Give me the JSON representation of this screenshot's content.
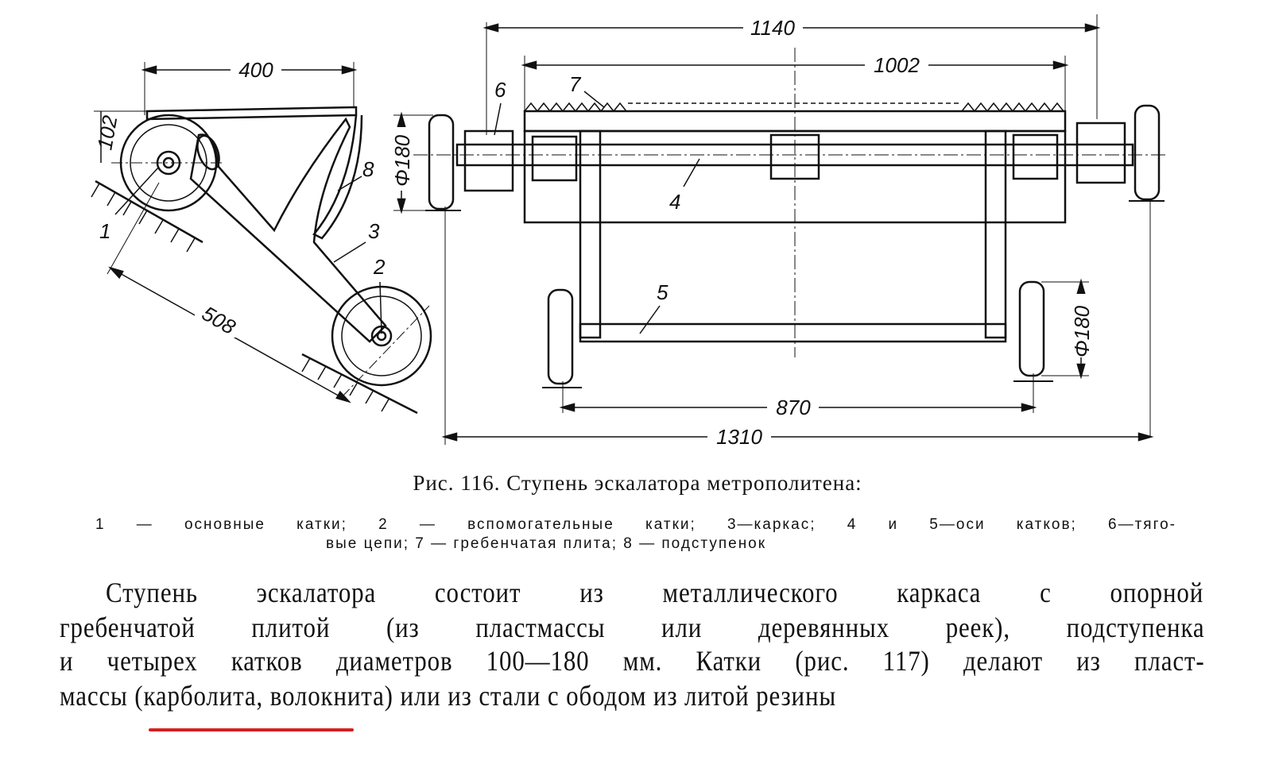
{
  "figure": {
    "dimensions": {
      "d400": "400",
      "d102": "102",
      "d508": "508",
      "d1140": "1140",
      "d1002": "1002",
      "d180a": "Φ180",
      "d180b": "Φ180",
      "d870": "870",
      "d1310": "1310"
    },
    "part_numbers": {
      "p1": "1",
      "p2": "2",
      "p3": "3",
      "p4": "4",
      "p5": "5",
      "p6": "6",
      "p7": "7",
      "p8": "8"
    }
  },
  "caption": {
    "title": "Рис. 116. Ступень эскалатора метрополитена:",
    "legend_line1": "1 — основные катки; 2 — вспомогательные катки; 3—каркас; 4 и 5—оси катков; 6—тяго-",
    "legend_line2": "вые цепи; 7 — гребенчатая плита; 8 — подступенок"
  },
  "body": {
    "line1": "Ступень эскалатора состоит из металлического каркаса с опорной",
    "line2": "гребенчатой плитой (из пластмассы или деревянных реек), подступенка",
    "line3": "и четырех катков диаметров 100—180 мм. Катки (рис. 117) делают из пласт-",
    "line4": "массы (карболита, волокнита) или из стали с ободом из литой резины"
  },
  "highlight": {
    "phrase": "(карболита,",
    "color": "#d42020"
  }
}
